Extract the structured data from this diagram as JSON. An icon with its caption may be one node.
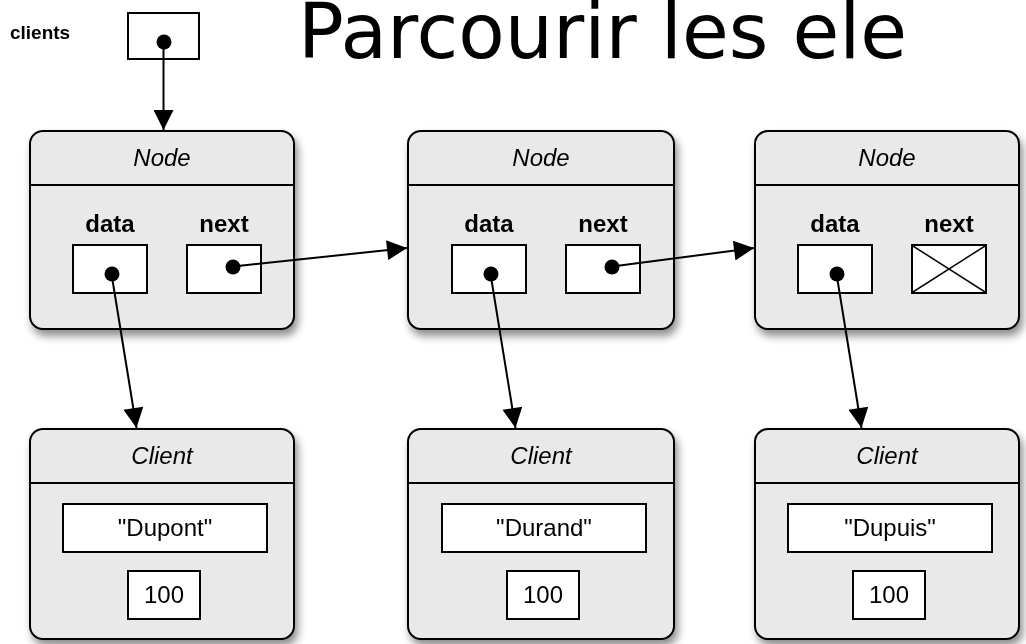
{
  "diagram": {
    "title": "Parcourir les ele",
    "nodes": [
      {
        "text": [
          "clients"
        ]
      },
      {
        "text": [
          "Node"
        ]
      },
      {
        "text": [
          "data"
        ],
        "in": 1
      },
      {
        "text": [
          "next"
        ],
        "in": 1
      },
      {
        "text": [
          "Node"
        ]
      },
      {
        "text": [
          "data"
        ],
        "in": 4
      },
      {
        "text": [
          "next"
        ],
        "in": 4
      },
      {
        "text": [
          "Node"
        ]
      },
      {
        "text": [
          "data"
        ],
        "in": 7
      },
      {
        "text": [
          "next"
        ],
        "in": 7
      },
      {
        "text": [
          "Client"
        ]
      },
      {
        "text": [
          "\"Dupont\""
        ],
        "in": 10
      },
      {
        "text": [
          "100"
        ],
        "in": 10
      },
      {
        "text": [
          "Client"
        ]
      },
      {
        "text": [
          "\"Durand\""
        ],
        "in": 13
      },
      {
        "text": [
          "100"
        ],
        "in": 13
      },
      {
        "text": [
          "Client"
        ]
      },
      {
        "text": [
          "\"Dupuis\""
        ],
        "in": 16
      },
      {
        "text": [
          "100"
        ],
        "in": 16
      }
    ],
    "edges": [
      {
        "from": 0,
        "to": 1,
        "arrow": "to"
      },
      {
        "from": 3,
        "to": 4,
        "arrow": "to"
      },
      {
        "from": 6,
        "to": 7,
        "arrow": "to"
      },
      {
        "from": 2,
        "to": 10,
        "arrow": "to"
      },
      {
        "from": 5,
        "to": 13,
        "arrow": "to"
      },
      {
        "from": 8,
        "to": 16,
        "arrow": "to"
      }
    ]
  }
}
